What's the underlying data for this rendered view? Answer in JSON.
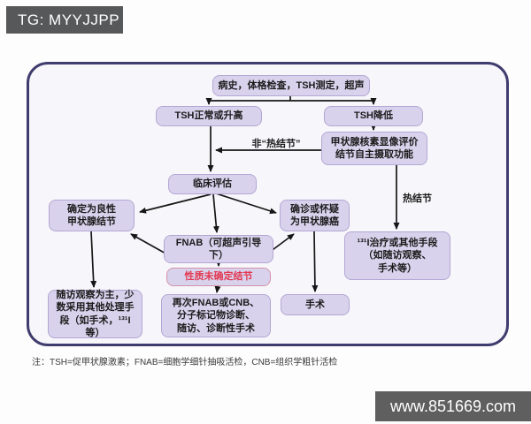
{
  "header": {
    "badge": "TG: MYYJJPP"
  },
  "watermark": {
    "text": "www.851669.com"
  },
  "footnote": "注：TSH=促甲状腺激素；FNAB=细胞学细针抽吸活检，CNB=组织学粗针活检",
  "flowchart": {
    "nodes": {
      "history": "病史，体格检查，TSH测定，超声",
      "tsh_normal": "TSH正常或升高",
      "tsh_low": "TSH降低",
      "nuclide": "甲状腺核素显像评价\n结节自主摄取功能",
      "clinical": "临床评估",
      "benign": "确定为良性\n甲状腺结节",
      "fnab": "FNAB（可超声引导\n下）",
      "undetermined": "性质未确定结节",
      "repeat_fnab": "再次FNAB或CNB、\n分子标记物诊断、\n随访、诊断性手术",
      "cancer": "确诊或怀疑\n为甲状腺癌",
      "surgery": "手术",
      "i131": "¹³¹I治疗或其他手段\n（如随访观察、\n手术等）",
      "follow_up": "随访观察为主，少\n数采用其他处理手\n段（如手术，¹³¹I\n等）"
    },
    "edge_labels": {
      "non_hot": "非“热结节”",
      "hot": "热结节"
    },
    "colors": {
      "node_fill": "#d9d2ec",
      "node_border": "#b3a7d4",
      "panel_border": "#3f3c6e",
      "alert_text": "#e23a52",
      "alert_border": "#d392ab",
      "badge_bg": "#57585a",
      "watermark_bg": "#5f5f5f"
    }
  }
}
